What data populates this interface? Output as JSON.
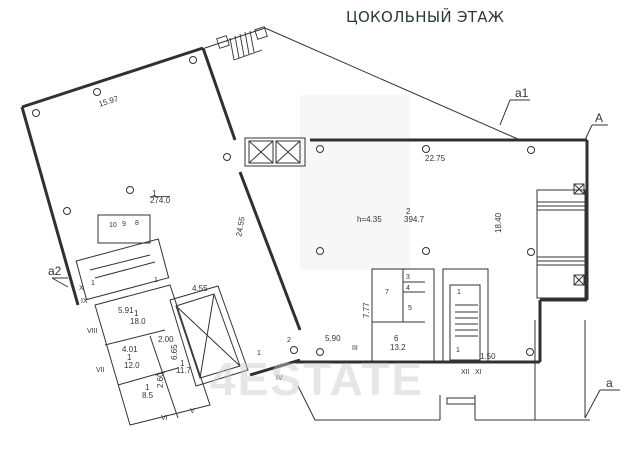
{
  "title": "ЦОКОЛЬНЫЙ ЭТАЖ",
  "watermark": "4ESTATE",
  "sections": {
    "a": "a",
    "a1": "a1",
    "a2": "a2",
    "A": "A"
  },
  "dimensions": {
    "d1": "15.97",
    "d2": "24.55",
    "d3": "22.75",
    "d4": "18.40",
    "d5": "4.55",
    "d6": "5.90",
    "d7": "7.77",
    "d8": "1.50",
    "d9": "5.91",
    "d10": "4.01",
    "d11": "2.00",
    "d12": "6.65",
    "d13": "2.60",
    "height": "h=4.35"
  },
  "rooms": [
    {
      "num": "1",
      "area": "274.0"
    },
    {
      "num": "2",
      "area": "394.7"
    },
    {
      "num": "6",
      "area": "13.2"
    },
    {
      "num": "1",
      "area": "18.0"
    },
    {
      "num": "1",
      "area": "12.0"
    },
    {
      "num": "1",
      "area": "11.7"
    },
    {
      "num": "1",
      "area": "8.5"
    }
  ],
  "room_numbers": {
    "r3": "3",
    "r4": "4",
    "r5": "5",
    "r7": "7",
    "r8": "8",
    "r9": "9",
    "r10": "10",
    "stair1a": "1",
    "stair1b": "1",
    "stair1c": "1",
    "stair1d": "1",
    "stair1e": "1",
    "small1": "1",
    "small2": "2"
  },
  "axes": {
    "III": "III",
    "IV": "IV",
    "V": "V",
    "VI": "VI",
    "VII": "VII",
    "VIII": "VIII",
    "IX": "IX",
    "X": "X",
    "XI": "XI",
    "XII": "XII"
  }
}
